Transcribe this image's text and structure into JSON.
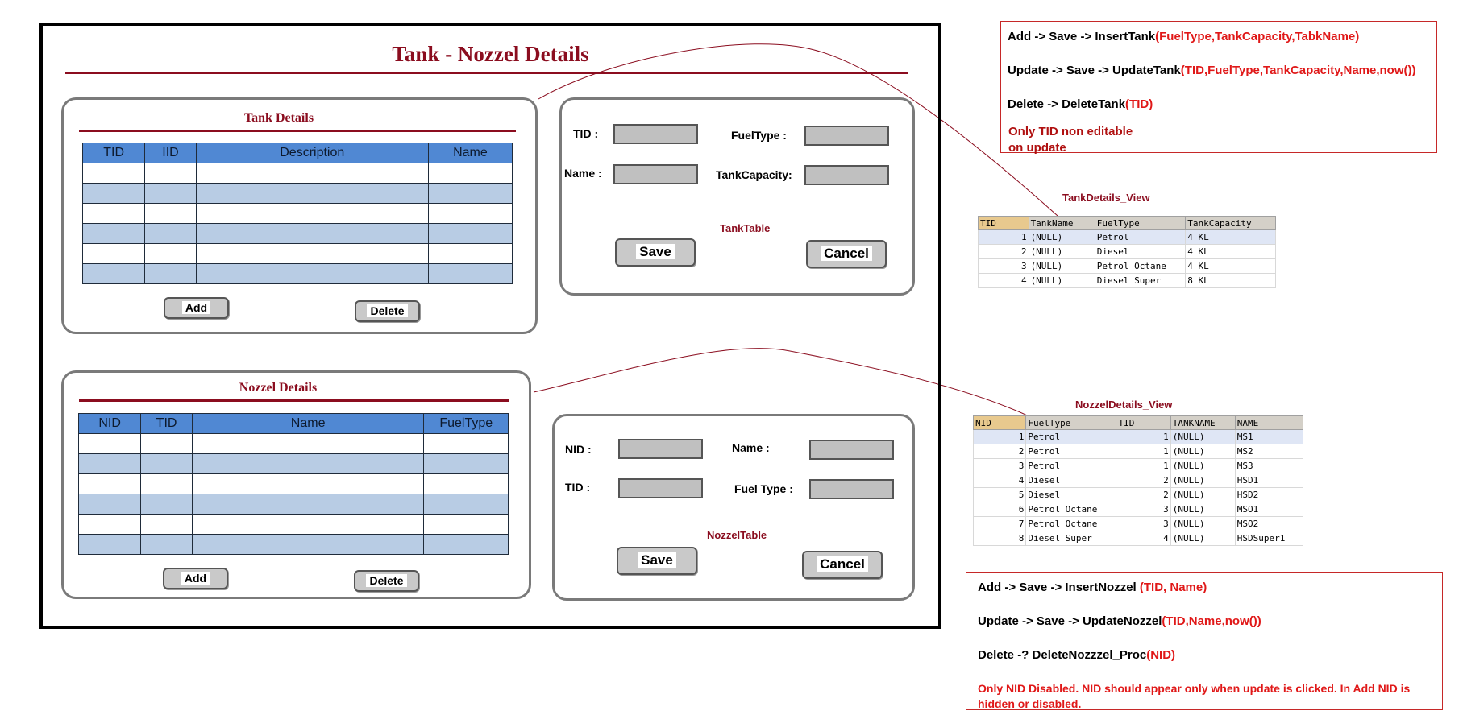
{
  "main_title": "Tank - Nozzel Details",
  "tank": {
    "title": "Tank Details",
    "columns": [
      "TID",
      "IID",
      "Description",
      "Name"
    ],
    "add_label": "Add",
    "delete_label": "Delete",
    "form": {
      "tid_label": "TID :",
      "name_label": "Name :",
      "fueltype_label": "FuelType :",
      "capacity_label": "TankCapacity:",
      "table_caption": "TankTable",
      "save_label": "Save",
      "cancel_label": "Cancel"
    }
  },
  "nozzel": {
    "title": "Nozzel Details",
    "columns": [
      "NID",
      "TID",
      "Name",
      "FuelType"
    ],
    "add_label": "Add",
    "delete_label": "Delete",
    "form": {
      "nid_label": "NID :",
      "tid_label": "TID :",
      "name_label": "Name :",
      "fueltype_label": "Fuel Type :",
      "table_caption": "NozzelTable",
      "save_label": "Save",
      "cancel_label": "Cancel"
    }
  },
  "tank_notes": {
    "l1_black": "Add -> Save -> InsertTank",
    "l1_red": "(FuelType,TankCapacity,TabkName)",
    "l2_black": "Update -> Save -> UpdateTank",
    "l2_red": "(TID,FuelType,TankCapacity,Name,now())",
    "l3_black": "Delete -> DeleteTank",
    "l3_red": "(TID)",
    "l4": "Only TID non editable",
    "l5": "on update"
  },
  "nozzel_notes": {
    "l1_black": "Add -> Save -> InsertNozzel ",
    "l1_red": "(TID, Name)",
    "l2_black": "Update -> Save -> UpdateNozzel",
    "l2_red": "(TID,Name,now())",
    "l3_black": "Delete -? DeleteNozzzel_Proc",
    "l3_red": "(NID)",
    "l4": "Only NID Disabled. NID should appear only when update is clicked. In Add NID is",
    "l5": "hidden or disabled."
  },
  "tank_view": {
    "title": "TankDetails_View",
    "columns": [
      "TID",
      "TankName",
      "FuelType",
      "TankCapacity"
    ],
    "rows": [
      [
        "1",
        "(NULL)",
        "Petrol",
        "4 KL"
      ],
      [
        "2",
        "(NULL)",
        "Diesel",
        "4 KL"
      ],
      [
        "3",
        "(NULL)",
        "Petrol Octane",
        "4 KL"
      ],
      [
        "4",
        "(NULL)",
        "Diesel Super",
        "8 KL"
      ]
    ]
  },
  "nozzel_view": {
    "title": "NozzelDetails_View",
    "columns": [
      "NID",
      "FuelType",
      "TID",
      "TANKNAME",
      "NAME"
    ],
    "rows": [
      [
        "1",
        "Petrol",
        "1",
        "(NULL)",
        "MS1"
      ],
      [
        "2",
        "Petrol",
        "1",
        "(NULL)",
        "MS2"
      ],
      [
        "3",
        "Petrol",
        "1",
        "(NULL)",
        "MS3"
      ],
      [
        "4",
        "Diesel",
        "2",
        "(NULL)",
        "HSD1"
      ],
      [
        "5",
        "Diesel",
        "2",
        "(NULL)",
        "HSD2"
      ],
      [
        "6",
        "Petrol Octane",
        "3",
        "(NULL)",
        "MSO1"
      ],
      [
        "7",
        "Petrol Octane",
        "3",
        "(NULL)",
        "MSO2"
      ],
      [
        "8",
        "Diesel Super",
        "4",
        "(NULL)",
        "HSDSuper1"
      ]
    ]
  },
  "colors": {
    "title": "#8b0d1f",
    "header": "#5088d3",
    "alt_row": "#b8cce4",
    "note_red": "#e01818"
  }
}
